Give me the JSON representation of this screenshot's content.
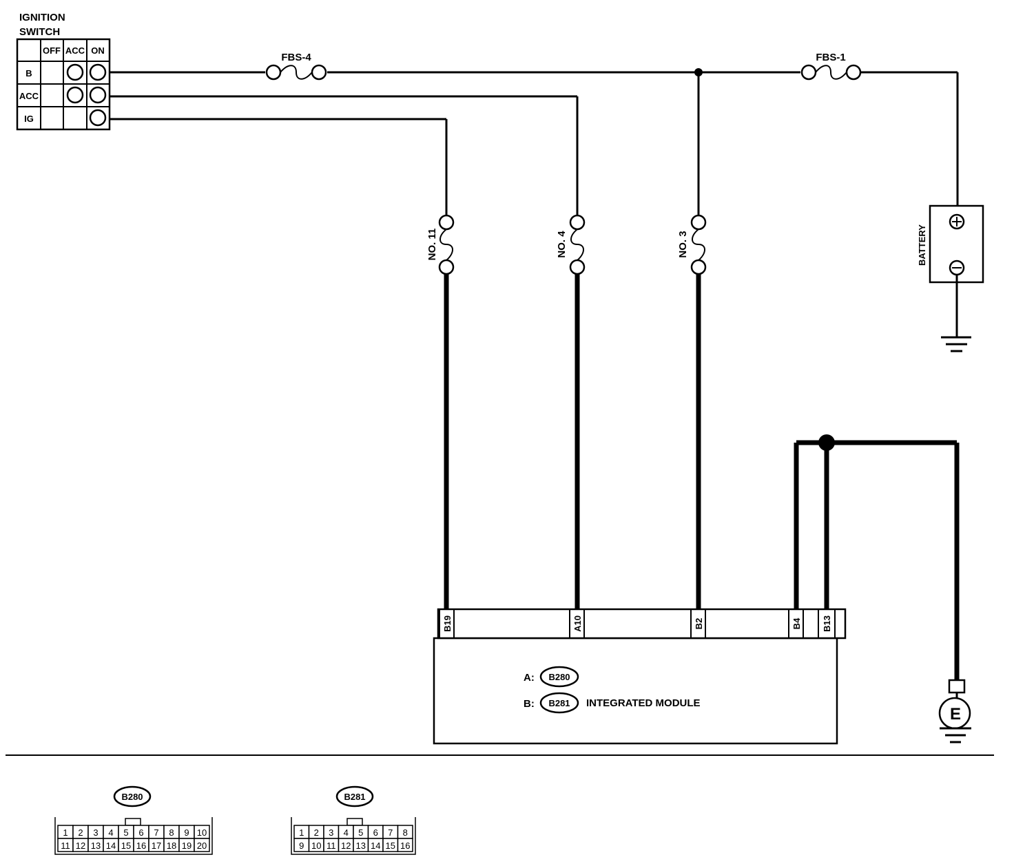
{
  "ignition_switch": {
    "title_line1": "IGNITION",
    "title_line2": "SWITCH",
    "columns": [
      "OFF",
      "ACC",
      "ON"
    ],
    "rows": [
      {
        "label": "B",
        "contacts": [
          false,
          true,
          true
        ]
      },
      {
        "label": "ACC",
        "contacts": [
          false,
          true,
          true
        ]
      },
      {
        "label": "IG",
        "contacts": [
          false,
          false,
          true
        ]
      }
    ]
  },
  "fuses": {
    "fbs4": "FBS-4",
    "fbs1": "FBS-1",
    "no11": "NO. 11",
    "no4": "NO. 4",
    "no3": "NO. 3"
  },
  "battery": {
    "label": "BATTERY",
    "plus_symbol": "+",
    "minus_symbol": "−"
  },
  "module": {
    "pins": [
      "B19",
      "A10",
      "B2",
      "B4",
      "B13"
    ],
    "connector_a_prefix": "A:",
    "connector_a": "B280",
    "connector_b_prefix": "B:",
    "connector_b": "B281",
    "name": "INTEGRATED MODULE"
  },
  "ground": {
    "body_ground_label": "E"
  },
  "connectors": [
    {
      "id": "B280",
      "row1": [
        "1",
        "2",
        "3",
        "4",
        "5",
        "6",
        "7",
        "8",
        "9",
        "10"
      ],
      "row2": [
        "11",
        "12",
        "13",
        "14",
        "15",
        "16",
        "17",
        "18",
        "19",
        "20"
      ]
    },
    {
      "id": "B281",
      "row1": [
        "1",
        "2",
        "3",
        "4",
        "5",
        "6",
        "7",
        "8"
      ],
      "row2": [
        "9",
        "10",
        "11",
        "12",
        "13",
        "14",
        "15",
        "16"
      ]
    }
  ]
}
